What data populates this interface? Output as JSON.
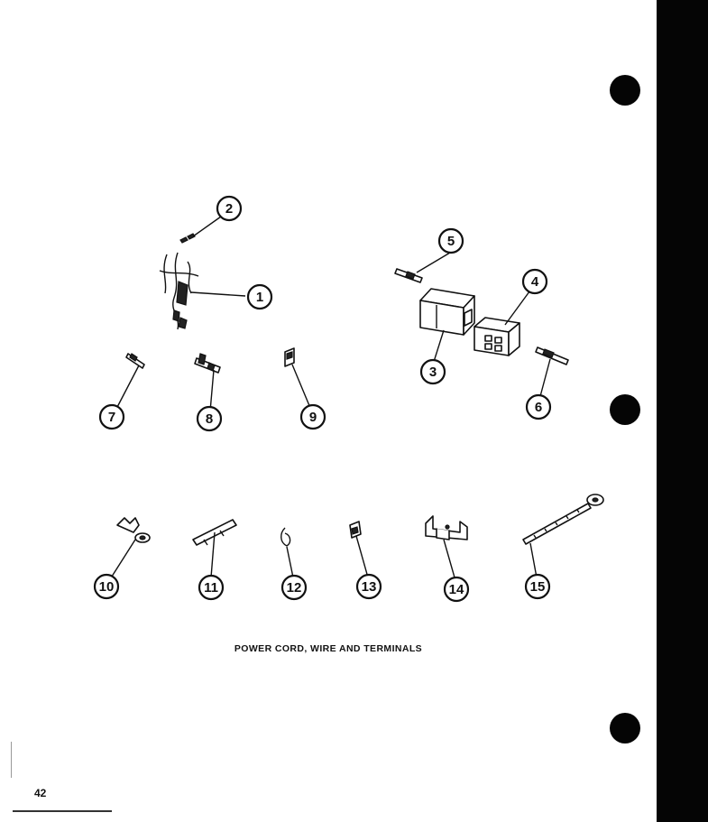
{
  "caption": "POWER CORD, WIRE AND TERMINALS",
  "page_number": "42",
  "callouts": [
    "1",
    "2",
    "3",
    "4",
    "5",
    "6",
    "7",
    "8",
    "9",
    "10",
    "11",
    "12",
    "13",
    "14",
    "15"
  ]
}
